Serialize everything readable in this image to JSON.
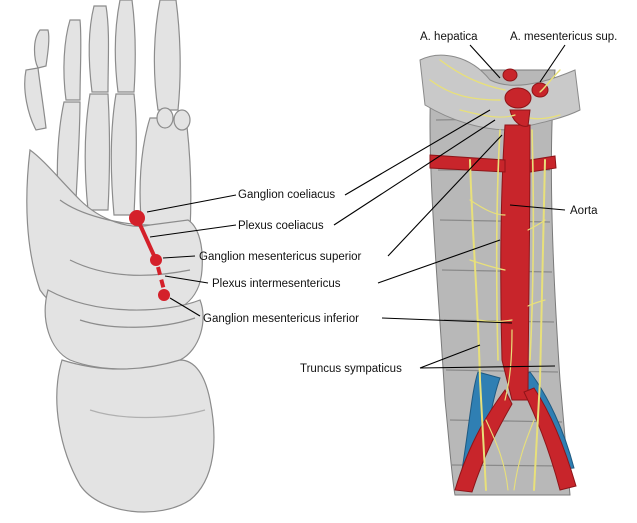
{
  "colors": {
    "marker_red": "#d4202a",
    "aorta_red": "#c8252b",
    "vein_blue": "#2f7fb3",
    "nerve_yellow": "#e8e07a",
    "bone": "#e2e2e2",
    "bone_shadow": "#9a9a9a",
    "vertebra": "#a9a9a9"
  },
  "labels": {
    "hepatica": "A. hepatica",
    "mesentericus_sup": "A. mesentericus sup.",
    "aorta": "Aorta",
    "ganglion_coeliacus": "Ganglion coeliacus",
    "plexus_coeliacus": "Plexus coeliacus",
    "ganglion_mes_sup": "Ganglion mesentericus superior",
    "plexus_intermes": "Plexus intermesentericus",
    "ganglion_mes_inf": "Ganglion mesentericus inferior",
    "truncus": "Truncus sympaticus"
  },
  "panels": {
    "left": "foot-skeleton-dorsal-view",
    "right": "abdominal-aorta-autonomic-plexus-illustration"
  }
}
